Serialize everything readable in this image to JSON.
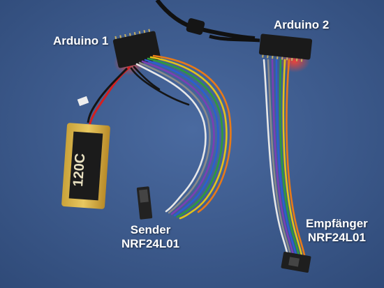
{
  "labels": {
    "arduino1": "Arduino 1",
    "arduino2": "Arduino 2",
    "sender": "Sender",
    "sender_chip": "NRF24L01",
    "receiver": "Empfänger",
    "receiver_chip": "NRF24L01"
  },
  "battery": {
    "brand": "120C"
  },
  "colors": {
    "background": "#3d5a8c",
    "label_text": "#ffffff",
    "wire_red": "#d42020",
    "wire_orange": "#e87a18",
    "wire_yellow": "#e2c21a",
    "wire_green": "#2f9a3c",
    "wire_blue": "#2a5fd0",
    "wire_purple": "#7a3fb5",
    "wire_grey": "#8a8a8a",
    "wire_white": "#e8e8e8"
  }
}
